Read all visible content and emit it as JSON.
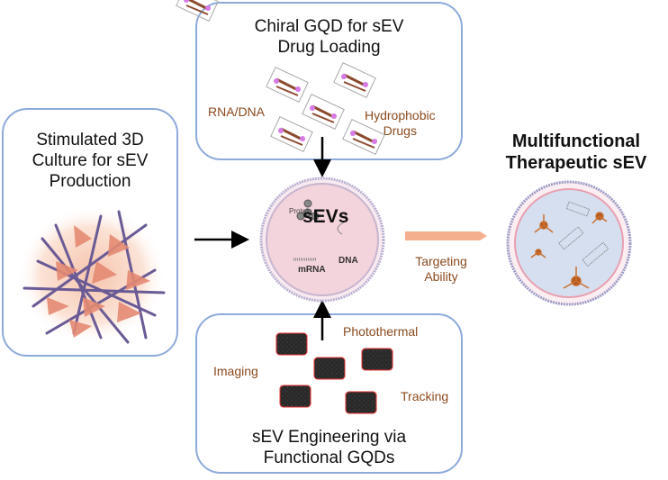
{
  "boxes": {
    "culture": {
      "title_lines": [
        "Stimulated 3D",
        "Culture for sEV",
        "Production"
      ]
    },
    "chiral": {
      "title_lines": [
        "Chiral GQD for sEV",
        "Drug Loading"
      ],
      "labels": {
        "left": "RNA/DNA",
        "right_lines": [
          "Hydrophobic",
          "Drugs"
        ]
      }
    },
    "engineering": {
      "title_lines": [
        "sEV Engineering via",
        "Functional GQDs"
      ],
      "labels": {
        "imaging": "Imaging",
        "photothermal": "Photothermal",
        "tracking": "Tracking"
      }
    }
  },
  "center": {
    "label": "sEVs",
    "cargo": {
      "protein": "Protein",
      "dna": "DNA",
      "mrna": "mRNA"
    }
  },
  "output": {
    "title_lines": [
      "Multifunctional",
      "Therapeutic sEV"
    ]
  },
  "arrow_label_lines": [
    "Targeting",
    "Ability"
  ],
  "colors": {
    "box_border": "#8eaadb",
    "label_brown": "#8a4a1e",
    "arrow_orange": "#f4b08e",
    "sev_fill": "#f3d3dc",
    "output_fill": "#d6dff0"
  }
}
